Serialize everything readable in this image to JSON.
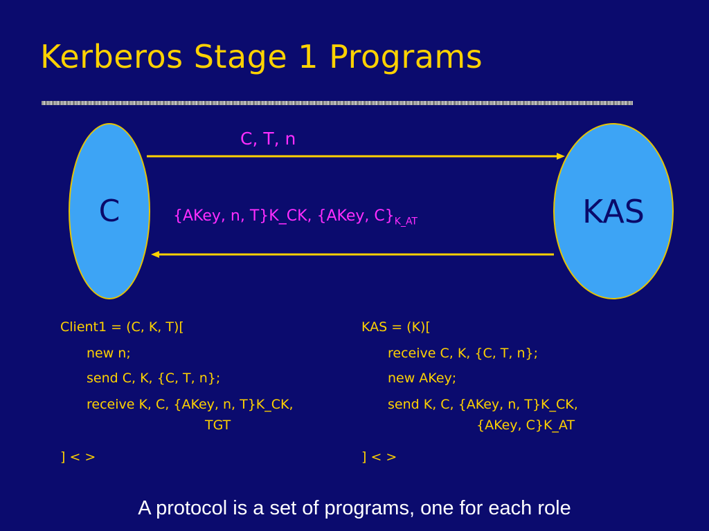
{
  "slide": {
    "title": "Kerberos Stage 1 Programs",
    "caption": "A protocol is a set of programs, one for each role"
  },
  "diagram": {
    "roles": {
      "client": "C",
      "server": "KAS"
    },
    "messages": {
      "request": "C, T, n",
      "reply_main": "{AKey, n, T}K_CK,   {AKey, C}",
      "reply_subscript": "K_AT"
    }
  },
  "programs": {
    "client": [
      "Client1 = (C, K, T)[",
      "new n;",
      "send C, K, {C, T, n};",
      "receive K, C, {AKey, n, T}K_CK,",
      "TGT",
      "] < >"
    ],
    "kas": [
      "KAS = (K)[",
      "receive C, K, {C, T, n};",
      "new AKey;",
      "send K, C, {AKey, n, T}K_CK,",
      "{AKey, C}K_AT",
      "] < >"
    ]
  },
  "colors": {
    "background": "#0b0b6e",
    "title": "#ffd200",
    "ellipse_fill": "#3da4f5",
    "ellipse_border": "#e8c400",
    "message": "#ff2dff",
    "arrow": "#ffd200",
    "caption": "#ffffff"
  }
}
